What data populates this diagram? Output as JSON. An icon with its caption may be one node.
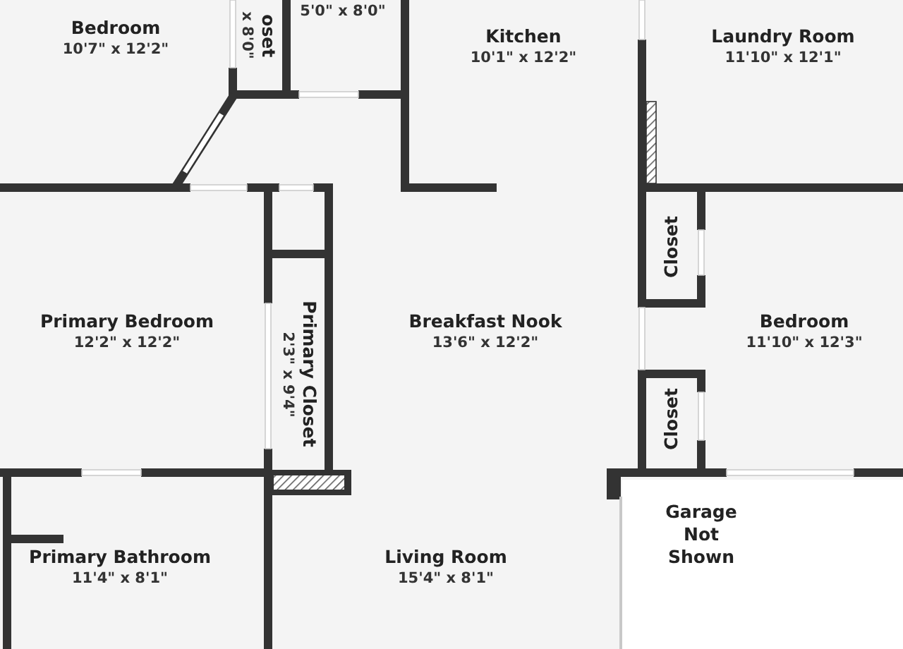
{
  "diagram": {
    "nodes": [
      {
        "text": [
          "Bedroom",
          "10'7\" x 12'2\""
        ]
      },
      {
        "text": [
          "oset",
          "x 8'0\""
        ]
      },
      {
        "text": [
          "5'0\" x 8'0\""
        ]
      },
      {
        "text": [
          "Kitchen",
          "10'1\" x 12'2\""
        ]
      },
      {
        "text": [
          "Laundry Room",
          "11'10\" x 12'1\""
        ]
      },
      {
        "text": [
          "Primary Bedroom",
          "12'2\" x 12'2\""
        ]
      },
      {
        "text": [
          "Primary Closet",
          "2'3\" x 9'4\""
        ]
      },
      {
        "text": [
          "Breakfast Nook",
          "13'6\" x 12'2\""
        ]
      },
      {
        "text": [
          "Closet"
        ]
      },
      {
        "text": [
          "Bedroom",
          "11'10\" x 12'3\""
        ]
      },
      {
        "text": [
          "Closet"
        ]
      },
      {
        "text": [
          "Primary Bathroom",
          "11'4\" x 8'1\""
        ]
      },
      {
        "text": [
          "Living Room",
          "15'4\" x 8'1\""
        ]
      },
      {
        "text": [
          "Garage Not Shown"
        ]
      }
    ]
  }
}
